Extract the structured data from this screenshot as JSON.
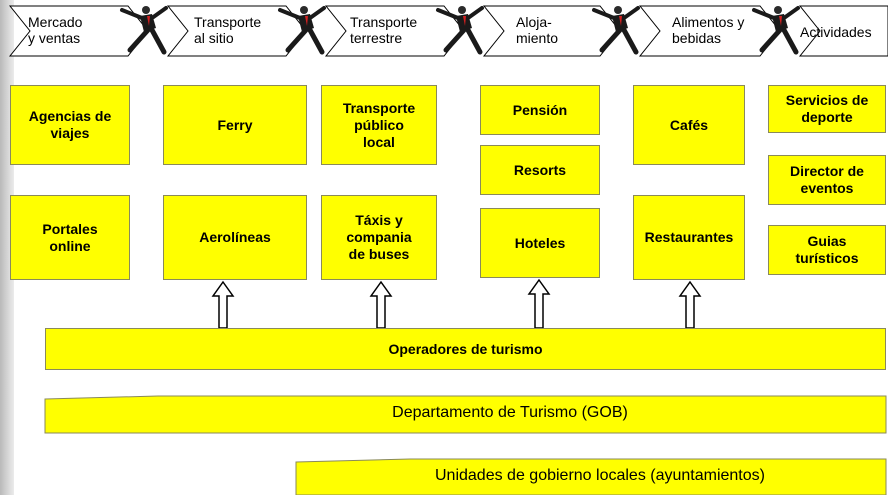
{
  "stages": [
    {
      "label": "Mercado\ny ventas"
    },
    {
      "label": "Transporte\nal sitio"
    },
    {
      "label": "Transporte\nterrestre"
    },
    {
      "label": "Aloja-\nmiento"
    },
    {
      "label": "Alimentos y\nbebidas"
    },
    {
      "label": "Actividades"
    }
  ],
  "columns": [
    {
      "boxes": [
        {
          "label": "Agencias de\nviajes"
        },
        {
          "label": "Portales\nonline"
        }
      ]
    },
    {
      "boxes": [
        {
          "label": "Ferry"
        },
        {
          "label": "Aerolíneas"
        }
      ]
    },
    {
      "boxes": [
        {
          "label": "Transporte\npúblico\nlocal"
        },
        {
          "label": "Táxis y\ncompania\nde buses"
        }
      ]
    },
    {
      "boxes": [
        {
          "label": "Pensión"
        },
        {
          "label": "Resorts"
        },
        {
          "label": "Hoteles"
        }
      ]
    },
    {
      "boxes": [
        {
          "label": "Cafés"
        },
        {
          "label": "Restaurantes"
        }
      ]
    },
    {
      "boxes": [
        {
          "label": "Servicios de\ndeporte"
        },
        {
          "label": "Director de\neventos"
        },
        {
          "label": "Guias\nturísticos"
        }
      ]
    }
  ],
  "operators": {
    "label": "Operadores de turismo"
  },
  "department": {
    "label": "Departamento de Turismo (GOB)"
  },
  "local_units": {
    "label": "Unidades de gobierno locales (ayuntamientos)"
  },
  "icons": {
    "runner": "running-businessman-icon",
    "arrow": "hollow-up-arrow-icon"
  },
  "colors": {
    "box_fill": "#ffff00",
    "background": "#ffffff"
  }
}
